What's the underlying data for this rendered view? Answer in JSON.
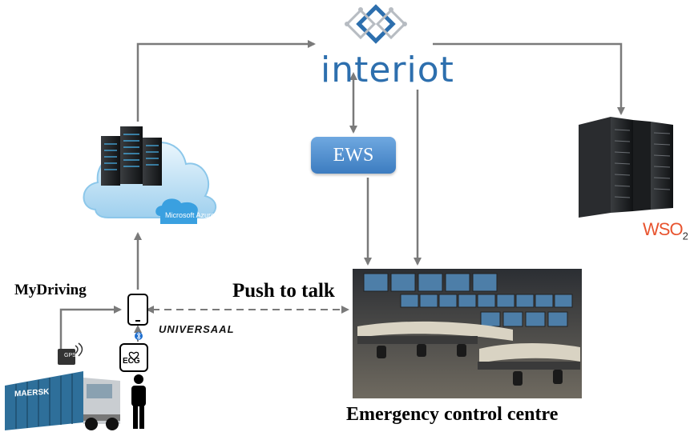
{
  "logos": {
    "interiot": "interiot",
    "azure": "Microsoft Azure",
    "wso2": "WSO",
    "wso2_sub": "2",
    "universaal": "UNIVERSAAL",
    "maersk": "MAERSK"
  },
  "nodes": {
    "ews": "EWS",
    "gps": "GPS",
    "ecg": "ECG"
  },
  "labels": {
    "mydriving": "MyDriving",
    "push_to_talk": "Push to talk",
    "emergency_centre": "Emergency control centre"
  },
  "colors": {
    "arrow": "#7a7a7a",
    "interiot_blue": "#2d6fae",
    "ews_fill": "#4a8ad0"
  }
}
